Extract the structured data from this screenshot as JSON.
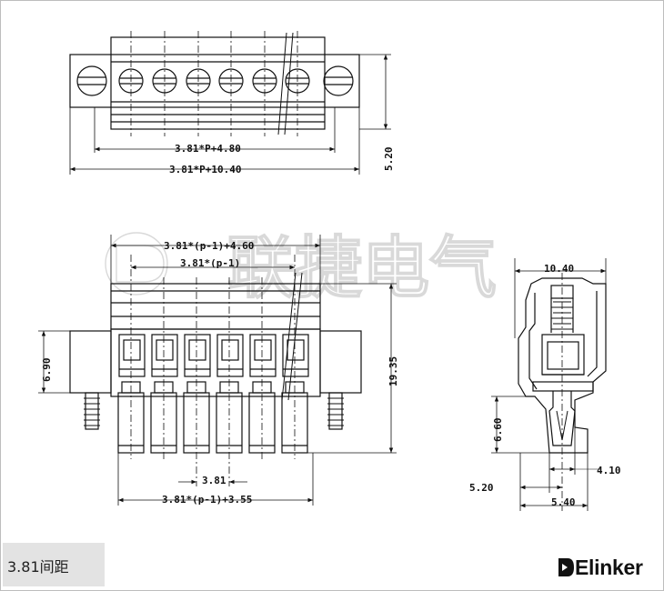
{
  "watermark": "联捷电气",
  "top_view": {
    "dims": {
      "inner_width": "3.81*P+4.80",
      "outer_width": "3.81*P+10.40",
      "height": "5.20"
    }
  },
  "front_view": {
    "dims": {
      "span_top": "3.81*(p-1)+4.60",
      "span_pitch": "3.81*(p-1)",
      "pitch": "3.81",
      "span_bottom": "3.81*(p-1)+3.55",
      "flange_height": "6.90",
      "total_height": "19.35"
    }
  },
  "side_view": {
    "dims": {
      "width": "10.40",
      "pin_height": "6.60",
      "pin_offset": "4.10",
      "offset_a": "5.20",
      "offset_b": "5.40"
    }
  },
  "footer": {
    "pitch_label": "3.81间距",
    "brand": "Elinker"
  },
  "colors": {
    "line": "#111111",
    "watermark": "#d9d9d9",
    "label_bg": "#e3e3e3"
  }
}
